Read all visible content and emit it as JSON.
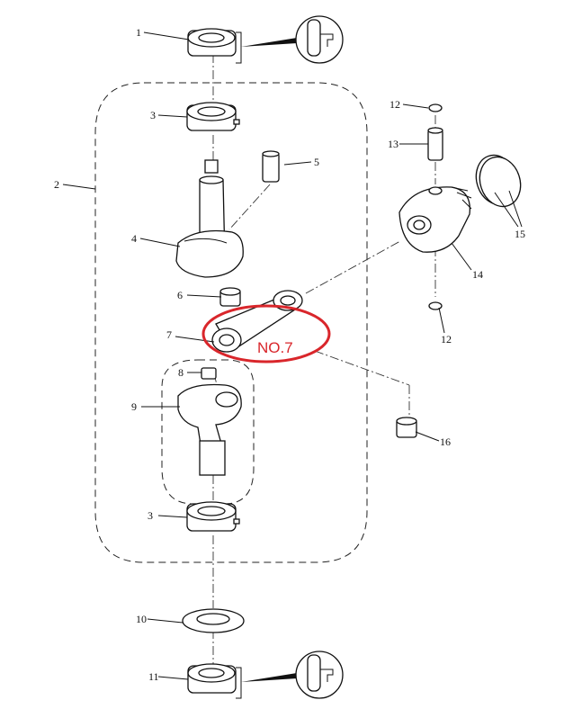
{
  "diagram": {
    "labels": {
      "p1": "1",
      "p2": "2",
      "p3a": "3",
      "p3b": "3",
      "p4": "4",
      "p5": "5",
      "p6": "6",
      "p7": "7",
      "p8": "8",
      "p9": "9",
      "p10": "10",
      "p11": "11",
      "p12a": "12",
      "p12b": "12",
      "p13": "13",
      "p14": "14",
      "p15": "15",
      "p16": "16"
    },
    "highlight": {
      "text": "NO.7",
      "color": "#d9262b"
    }
  }
}
